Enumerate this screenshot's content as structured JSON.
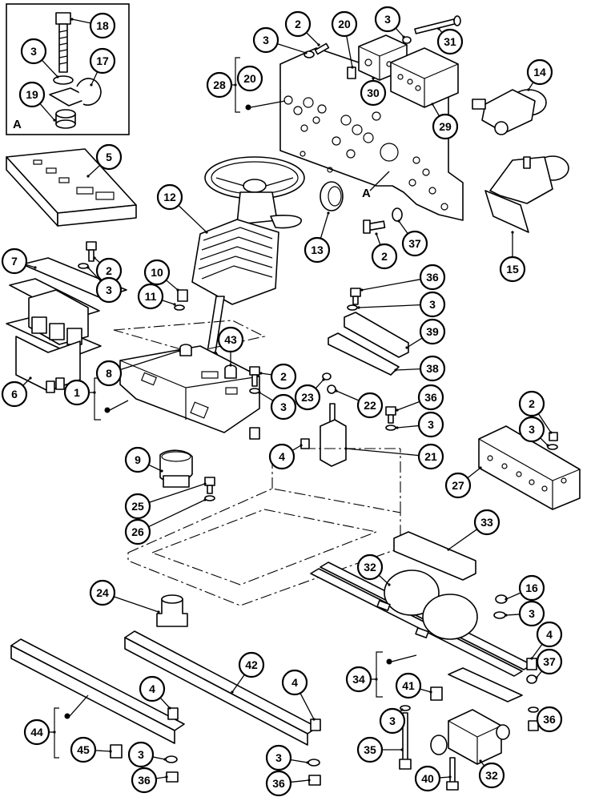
{
  "inset": {
    "label": "A"
  },
  "detail_label": "A",
  "callouts": [
    {
      "id": "c18",
      "text": "18"
    },
    {
      "id": "c3a",
      "text": "3"
    },
    {
      "id": "c17",
      "text": "17"
    },
    {
      "id": "c19",
      "text": "19"
    },
    {
      "id": "c3b",
      "text": "3"
    },
    {
      "id": "c2a",
      "text": "2"
    },
    {
      "id": "c20a",
      "text": "20"
    },
    {
      "id": "c3c",
      "text": "3"
    },
    {
      "id": "c31",
      "text": "31"
    },
    {
      "id": "c28",
      "text": "28"
    },
    {
      "id": "c20b",
      "text": "20"
    },
    {
      "id": "c30",
      "text": "30"
    },
    {
      "id": "c29",
      "text": "29"
    },
    {
      "id": "c14",
      "text": "14"
    },
    {
      "id": "c5",
      "text": "5"
    },
    {
      "id": "c12",
      "text": "12"
    },
    {
      "id": "c13",
      "text": "13"
    },
    {
      "id": "c2b",
      "text": "2"
    },
    {
      "id": "c37a",
      "text": "37"
    },
    {
      "id": "c15",
      "text": "15"
    },
    {
      "id": "c7",
      "text": "7"
    },
    {
      "id": "c2c",
      "text": "2"
    },
    {
      "id": "c3d",
      "text": "3"
    },
    {
      "id": "c10",
      "text": "10"
    },
    {
      "id": "c11",
      "text": "11"
    },
    {
      "id": "c36a",
      "text": "36"
    },
    {
      "id": "c3e",
      "text": "3"
    },
    {
      "id": "c39",
      "text": "39"
    },
    {
      "id": "c43",
      "text": "43"
    },
    {
      "id": "c38",
      "text": "38"
    },
    {
      "id": "c8",
      "text": "8"
    },
    {
      "id": "c2d",
      "text": "2"
    },
    {
      "id": "c23",
      "text": "23"
    },
    {
      "id": "c22",
      "text": "22"
    },
    {
      "id": "c1",
      "text": "1"
    },
    {
      "id": "c6",
      "text": "6"
    },
    {
      "id": "c3f",
      "text": "3"
    },
    {
      "id": "c36b",
      "text": "36"
    },
    {
      "id": "c3g",
      "text": "3"
    },
    {
      "id": "c2e",
      "text": "2"
    },
    {
      "id": "c3h",
      "text": "3"
    },
    {
      "id": "c4a",
      "text": "4"
    },
    {
      "id": "c21",
      "text": "21"
    },
    {
      "id": "c9",
      "text": "9"
    },
    {
      "id": "c27",
      "text": "27"
    },
    {
      "id": "c25",
      "text": "25"
    },
    {
      "id": "c26",
      "text": "26"
    },
    {
      "id": "c33",
      "text": "33"
    },
    {
      "id": "c32a",
      "text": "32"
    },
    {
      "id": "c24",
      "text": "24"
    },
    {
      "id": "c16",
      "text": "16"
    },
    {
      "id": "c3i",
      "text": "3"
    },
    {
      "id": "c42",
      "text": "42"
    },
    {
      "id": "c4b",
      "text": "4"
    },
    {
      "id": "c4c",
      "text": "4"
    },
    {
      "id": "c4d",
      "text": "4"
    },
    {
      "id": "c37b",
      "text": "37"
    },
    {
      "id": "c34",
      "text": "34"
    },
    {
      "id": "c41",
      "text": "41"
    },
    {
      "id": "c3j",
      "text": "3"
    },
    {
      "id": "c36c",
      "text": "36"
    },
    {
      "id": "c44",
      "text": "44"
    },
    {
      "id": "c45",
      "text": "45"
    },
    {
      "id": "c3k",
      "text": "3"
    },
    {
      "id": "c3l",
      "text": "3"
    },
    {
      "id": "c35",
      "text": "35"
    },
    {
      "id": "c36d",
      "text": "36"
    },
    {
      "id": "c36e",
      "text": "36"
    },
    {
      "id": "c40",
      "text": "40"
    },
    {
      "id": "c32b",
      "text": "32"
    }
  ]
}
